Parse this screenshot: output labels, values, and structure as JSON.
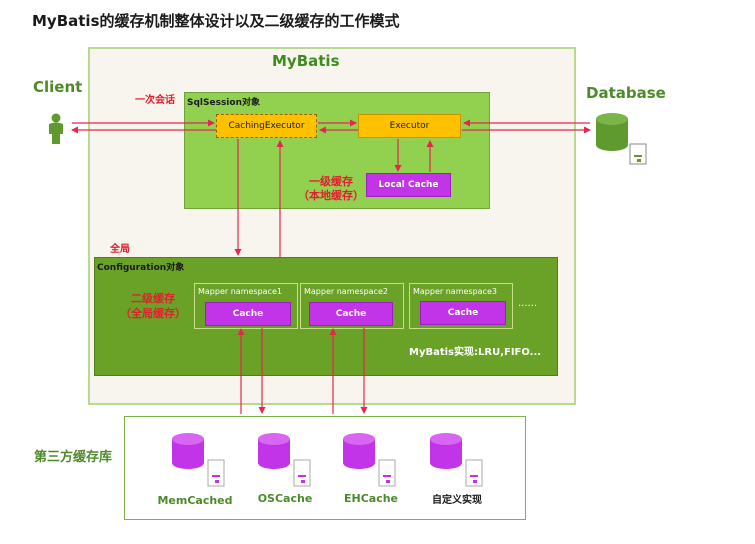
{
  "title": "MyBatis的缓存机制整体设计以及二级缓存的工作模式",
  "outer_label": "MyBatis",
  "client_label": "Client",
  "database_label": "Database",
  "session_label": "一次会话",
  "sqlsession": {
    "title": "SqlSession对象",
    "caching_executor": "CachingExecutor",
    "executor": "Executor",
    "local_cache": "Local Cache",
    "level1_line1": "一级缓存",
    "level1_line2": "（本地缓存）"
  },
  "global_label": "全局",
  "configuration": {
    "title": "Configuration对象",
    "level2_line1": "二级缓存",
    "level2_line2": "（全局缓存）",
    "mappers": [
      {
        "namespace": "Mapper namespace1",
        "cache": "Cache"
      },
      {
        "namespace": "Mapper namespace2",
        "cache": "Cache"
      },
      {
        "namespace": "Mapper namespace3",
        "cache": "Cache"
      }
    ],
    "more": "......",
    "impl_text": "MyBatis实现:LRU,FIFO..."
  },
  "third_party": {
    "label": "第三方缓存库",
    "libraries": [
      "MemCached",
      "OSCache",
      "EHCache",
      "自定义实现"
    ]
  },
  "colors": {
    "arrow": "#e8254e",
    "session_green": "#92d050",
    "config_green": "#6aa227",
    "executor_yellow": "#ffc000",
    "cache_purple": "#c234e8",
    "db_green": "#5e9a2e"
  }
}
